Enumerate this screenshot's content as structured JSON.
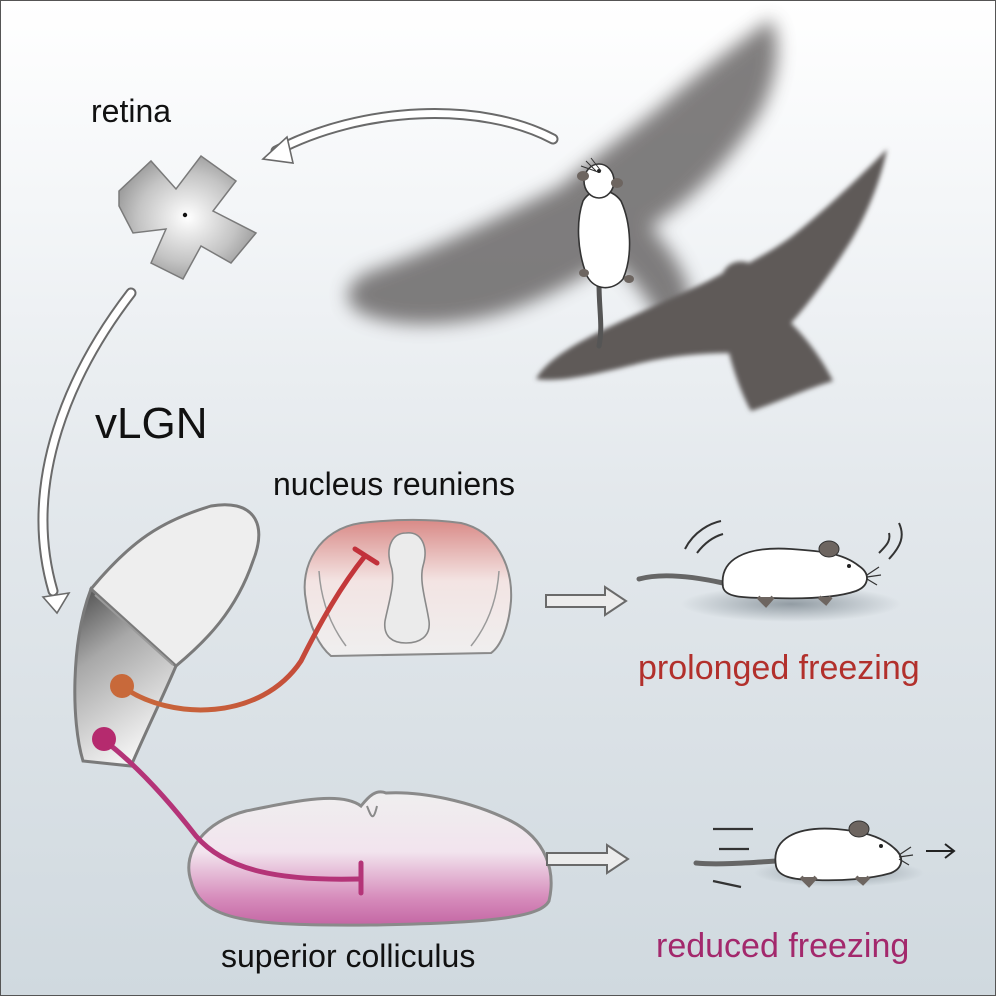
{
  "labels": {
    "retina": "retina",
    "vlgn": "vLGN",
    "nucleus_reuniens": "nucleus reuniens",
    "superior_colliculus": "superior colliculus",
    "prolonged_freezing": "prolonged freezing",
    "reduced_freezing": "reduced freezing"
  },
  "colors": {
    "prolonged": "#b2302c",
    "reduced": "#a3286c",
    "projection_nr": "#c2473a",
    "projection_sc": "#b43478",
    "soma_nr": "#c8693a",
    "soma_sc": "#b52a6e",
    "bird_shadow": "#5f5a59",
    "tissue": "#ededed",
    "outline": "#8a8a8a"
  }
}
